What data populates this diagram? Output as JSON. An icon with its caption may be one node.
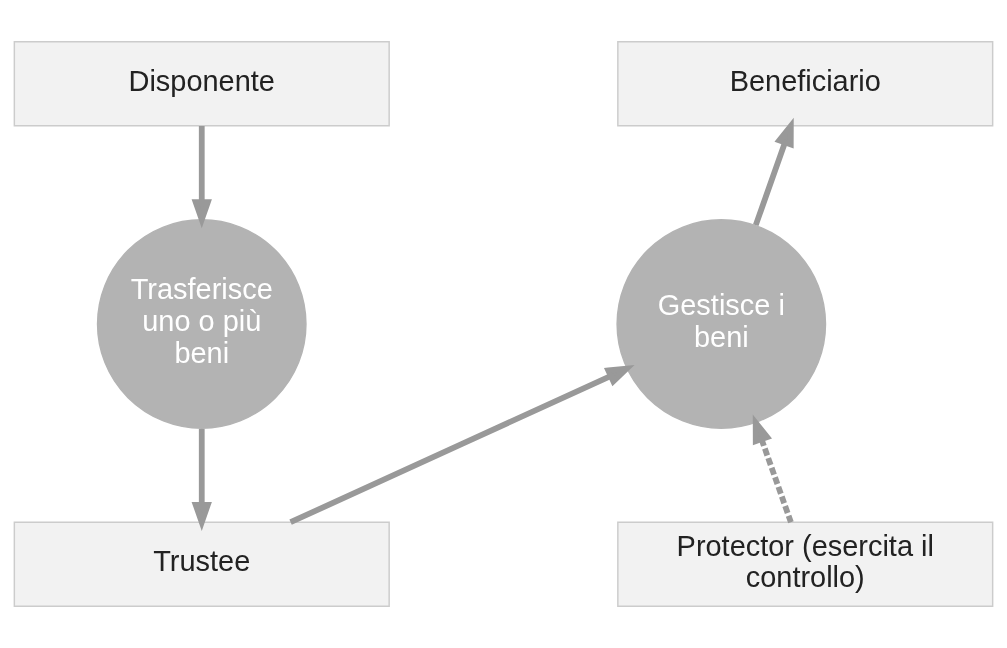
{
  "diagram": {
    "nodes": [
      {
        "text": [
          "Disponente"
        ]
      },
      {
        "text": [
          "Beneficiario"
        ]
      },
      {
        "text": [
          "Trasferisce uno o più beni"
        ]
      },
      {
        "text": [
          "Gestisce i beni"
        ]
      },
      {
        "text": [
          "Trustee"
        ]
      },
      {
        "text": [
          "Protector (esercita il controllo)"
        ]
      }
    ],
    "edges": [
      {
        "from": 0,
        "to": 2,
        "arrow": "to"
      },
      {
        "from": 2,
        "to": 4,
        "arrow": "to"
      },
      {
        "from": 4,
        "to": 3,
        "arrow": "to"
      },
      {
        "from": 3,
        "to": 1,
        "arrow": "to"
      },
      {
        "from": 5,
        "to": 3,
        "arrow": "to",
        "style": "dashed"
      }
    ]
  }
}
